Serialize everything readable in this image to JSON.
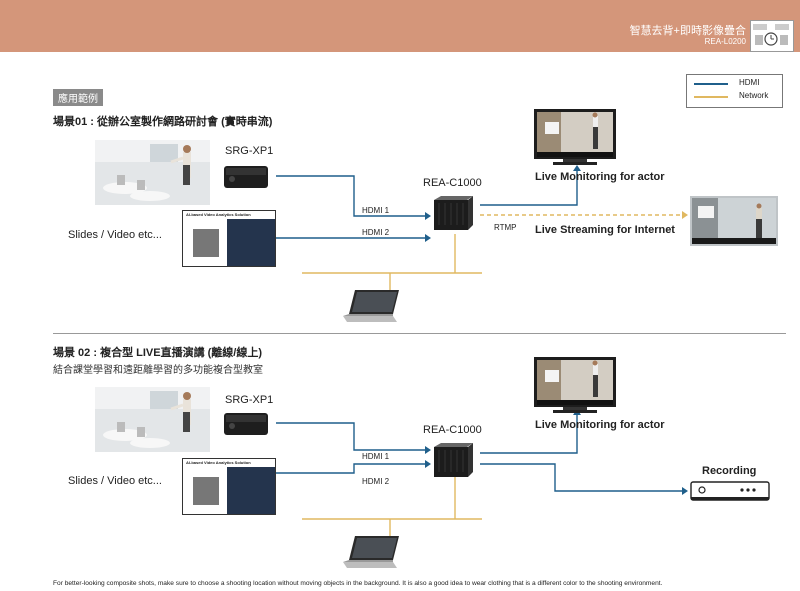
{
  "header": {
    "title": "智慧去背+即時影像疊合",
    "model": "REA-L0200",
    "logo_text": ""
  },
  "colors": {
    "header_bg": "#d4967a",
    "hdmi": "#1f5f8b",
    "network": "#e0b860"
  },
  "tag": "應用範例",
  "legend": {
    "hdmi": "HDMI",
    "network": "Network"
  },
  "scene1": {
    "heading": "場景01 : 從辦公室製作網路研討會 (實時串流)",
    "camera_label": "SRG-XP1",
    "slides_label": "Slides / Video etc...",
    "slide_title": "AI-based Video Analytics Solution",
    "device_label": "REA-C1000",
    "hdmi1": "HDMI 1",
    "hdmi2": "HDMI 2",
    "rtmp": "RTMP",
    "monitor_label": "Live Monitoring for actor",
    "stream_label": "Live Streaming for Internet"
  },
  "scene2": {
    "heading": "場景 02 : 複合型 LIVE直播演講 (離線/線上)",
    "subheading": "結合課堂學習和遠距離學習的多功能複合型教室",
    "camera_label": "SRG-XP1",
    "slides_label": "Slides / Video etc...",
    "slide_title": "AI-based Video Analytics Solution",
    "device_label": "REA-C1000",
    "hdmi1": "HDMI 1",
    "hdmi2": "HDMI 2",
    "monitor_label": "Live Monitoring for actor",
    "recording_label": "Recording"
  },
  "footer": "For better-looking composite shots, make sure to choose a shooting location without moving objects in the background. It is also a good idea to wear clothing that is a different color to the shooting environment."
}
